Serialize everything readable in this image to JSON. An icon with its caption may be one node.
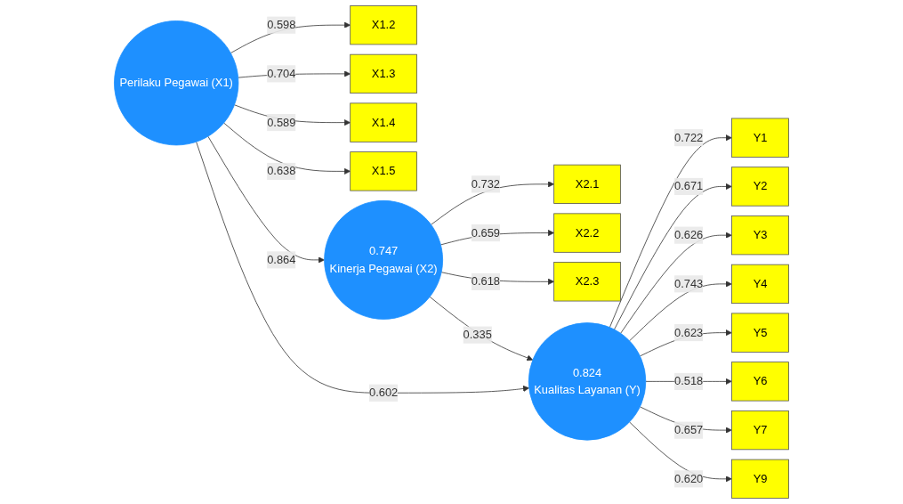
{
  "diagram": {
    "nodes": [
      {
        "text": [
          "X1.2"
        ]
      },
      {
        "text": [
          "X1.3"
        ]
      },
      {
        "text": [
          "X1.4"
        ]
      },
      {
        "text": [
          "X1.5"
        ]
      },
      {
        "text": [
          "X2.1"
        ]
      },
      {
        "text": [
          "X2.2"
        ]
      },
      {
        "text": [
          "X2.3"
        ]
      },
      {
        "text": [
          "Perilaku Pegawai (X1)"
        ]
      },
      {
        "text": [
          "0.747",
          "Kinerja Pegawai (X2)"
        ]
      },
      {
        "text": [
          "0.824",
          "Kualitas Layanan (Y)"
        ]
      },
      {
        "text": [
          "Y1"
        ]
      },
      {
        "text": [
          "Y2"
        ]
      },
      {
        "text": [
          "Y3"
        ]
      },
      {
        "text": [
          "Y4"
        ]
      },
      {
        "text": [
          "Y5"
        ]
      },
      {
        "text": [
          "Y6"
        ]
      },
      {
        "text": [
          "Y7"
        ]
      },
      {
        "text": [
          "Y9"
        ]
      }
    ],
    "edges": [
      {
        "from": 7,
        "to": 0,
        "arrow": "to",
        "label": "0.598"
      },
      {
        "from": 7,
        "to": 1,
        "arrow": "to",
        "label": "0.704"
      },
      {
        "from": 7,
        "to": 2,
        "arrow": "to",
        "label": "0.589"
      },
      {
        "from": 7,
        "to": 3,
        "arrow": "to",
        "label": "0.638"
      },
      {
        "from": 7,
        "to": 8,
        "arrow": "to",
        "label": "0.864"
      },
      {
        "from": 7,
        "to": 9,
        "arrow": "to",
        "label": "0.602"
      },
      {
        "from": 8,
        "to": 4,
        "arrow": "to",
        "label": "0.732"
      },
      {
        "from": 8,
        "to": 5,
        "arrow": "to",
        "label": "0.659"
      },
      {
        "from": 8,
        "to": 6,
        "arrow": "to",
        "label": "0.618"
      },
      {
        "from": 8,
        "to": 9,
        "arrow": "to",
        "label": "0.335"
      },
      {
        "from": 9,
        "to": 10,
        "arrow": "to",
        "label": "0.722"
      },
      {
        "from": 9,
        "to": 11,
        "arrow": "to",
        "label": "0.671"
      },
      {
        "from": 9,
        "to": 12,
        "arrow": "to",
        "label": "0.626"
      },
      {
        "from": 9,
        "to": 13,
        "arrow": "to",
        "label": "0.743"
      },
      {
        "from": 9,
        "to": 14,
        "arrow": "to",
        "label": "0.623"
      },
      {
        "from": 9,
        "to": 15,
        "arrow": "to",
        "label": "0.518"
      },
      {
        "from": 9,
        "to": 16,
        "arrow": "to",
        "label": "0.657"
      },
      {
        "from": 9,
        "to": 17,
        "arrow": "to",
        "label": "0.620"
      }
    ]
  }
}
